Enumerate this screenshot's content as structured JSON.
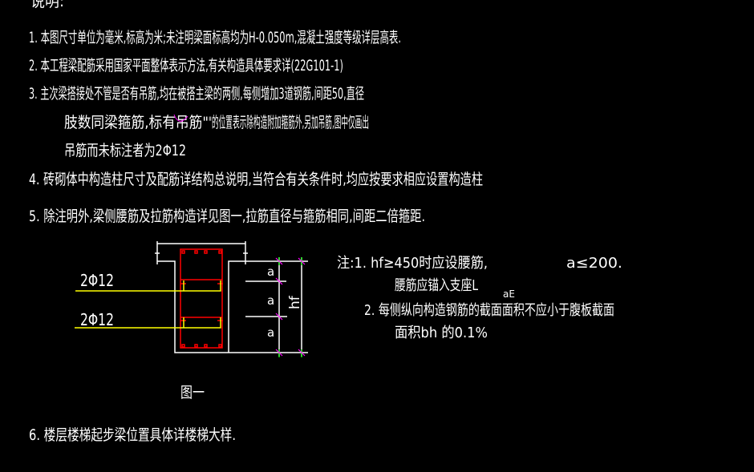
{
  "notes": {
    "title": "说明:",
    "item1": "1. 本图尺寸单位为毫米,标高为米;未注明梁面标高均为H-0.050m,混凝土强度等级详层高表.",
    "item2": "2. 本工程梁配筋采用国家平面整体表示方法,有关构造具体要求详(22G101-1)",
    "item3_line1": "3. 主次梁搭接处不管是否有吊筋,均在被搭主梁的两侧,每侧增加3道钢筋,间距50,直径",
    "item3_line2a": "肢数同梁箍筋,标有吊筋\"",
    "item3_line2b": "\"的位置表示除构造附加箍筋外,另加吊筋,图中仅画出",
    "item3_line3": "吊筋而未标注者为2Φ12",
    "item4": "4. 砖砌体中构造柱尺寸及配筋详结构总说明,当符合有关条件时,均应按要求相应设置构造柱",
    "item5": "5. 除注明外,梁侧腰筋及拉筋构造详见图一,拉筋直径与箍筋相同,间距二倍箍距.",
    "item6": "6. 楼层楼梯起步梁位置具体详楼梯大样."
  },
  "figure": {
    "label_upper": "2Φ12",
    "label_lower": "2Φ12",
    "dim_a": "a",
    "dim_hf": "hf",
    "caption": "图一"
  },
  "figure_notes": {
    "line1": "注:1. hf≥450时应设腰筋,",
    "line1_right": "a≤200.",
    "line2": "腰筋应锚入支座L",
    "line2_sub": "aE",
    "line3": "2. 每侧纵向构造钢筋的截面面积不应小于腹板截面",
    "line4": "面积bh 的0.1%"
  },
  "colors": {
    "background": "#000000",
    "text": "#ffffff",
    "stirrup": "#ff0000",
    "waist_bar": "#ffff00",
    "dim_tick": "#ff00ff",
    "dim_ext": "#00ff00"
  }
}
